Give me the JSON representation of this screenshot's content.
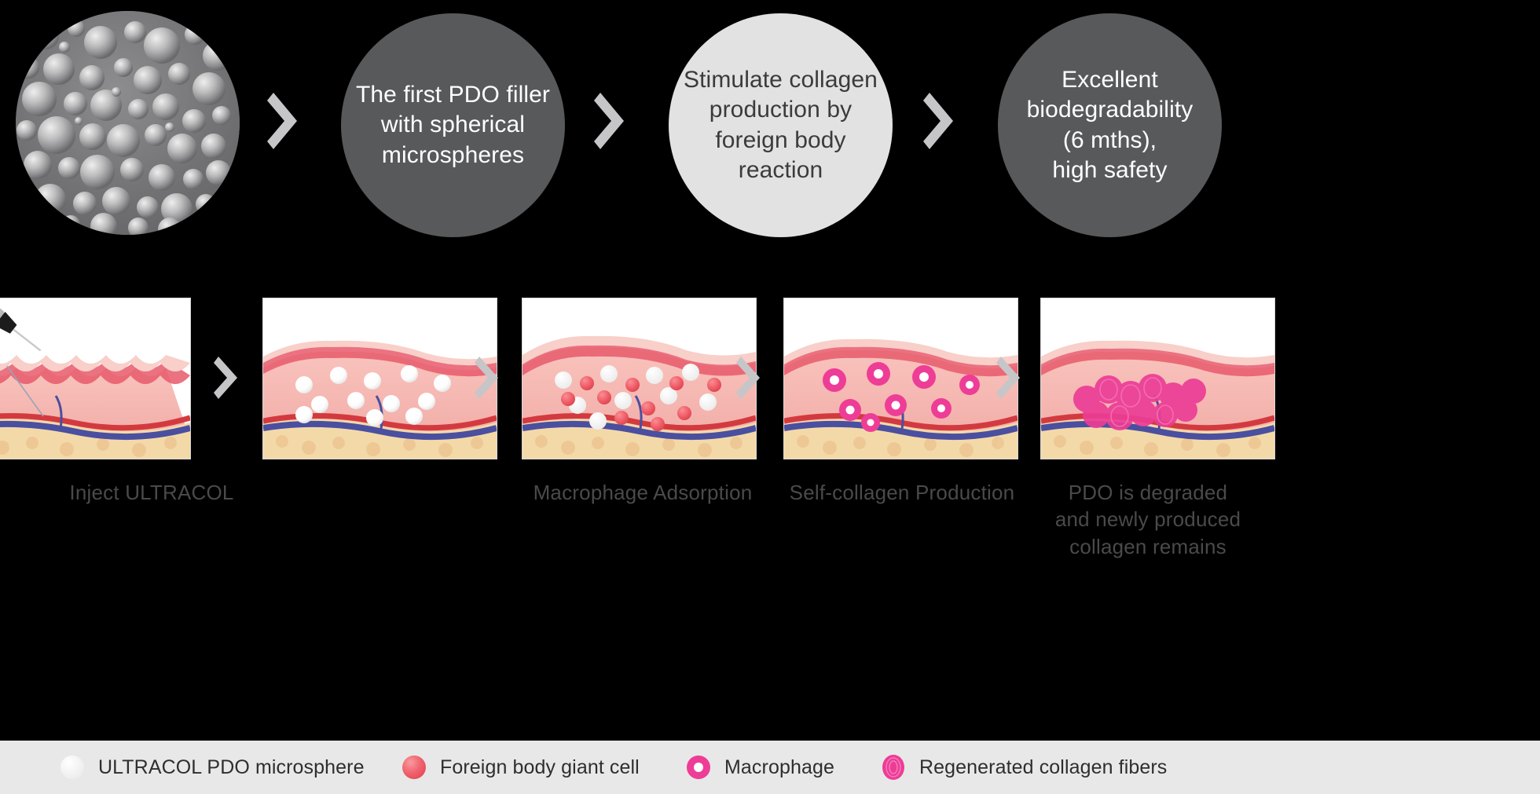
{
  "colors": {
    "background": "#000000",
    "circle_dark": "#58595b",
    "circle_light": "#e2e2e3",
    "circle_dark_text": "#ffffff",
    "circle_light_text": "#3b3b3d",
    "chevron": "#c6c6c8",
    "caption_text": "#4a4a4c",
    "legend_background": "#e8e8e8",
    "legend_text": "#2e2e30",
    "microsphere_white": "#ffffff",
    "giant_cell_red": "#ef5a66",
    "macrophage_pink": "#ee3d96",
    "collagen_pink": "#ec3d96",
    "dermis_pink": "#f6b3ae",
    "epidermis_red": "#e8596b",
    "fat_yellow": "#f4d9a8",
    "artery_red": "#d33a3f",
    "vein_blue": "#4a4fa0"
  },
  "top_flow": {
    "steps": [
      {
        "id": "sem-image",
        "type": "image",
        "icon": "sem-microsphere-photo",
        "text": ""
      },
      {
        "id": "first-pdo-filler",
        "type": "dark",
        "lines": [
          "The first PDO filler",
          "with spherical",
          "microspheres"
        ]
      },
      {
        "id": "stimulate-collagen",
        "type": "light",
        "lines": [
          "Stimulate collagen",
          "production by",
          "foreign body reaction"
        ]
      },
      {
        "id": "biodegradability",
        "type": "dark",
        "lines": [
          "Excellent",
          "biodegradability",
          "(6 mths),",
          "high safety"
        ]
      }
    ],
    "chevron_icon": "chevron-right-icon"
  },
  "process": {
    "chevron_icon": "chevron-right-icon",
    "panels": [
      {
        "id": "inject-ultracol",
        "caption_lines": [
          "Inject ULTRACOL"
        ],
        "contents": "syringe-injecting-wrinkled-skin"
      },
      {
        "id": "microspheres-placed",
        "caption_lines": [
          ""
        ],
        "contents": "white-pdo-microspheres-in-dermis"
      },
      {
        "id": "macrophage-adsorption",
        "caption_lines": [
          "Macrophage Adsorption"
        ],
        "contents": "white-microspheres-and-red-giant-cells"
      },
      {
        "id": "self-collagen-production",
        "caption_lines": [
          "Self-collagen Production"
        ],
        "contents": "pink-macrophage-rings-in-dermis"
      },
      {
        "id": "pdo-degraded",
        "caption_lines": [
          "PDO is degraded",
          "and newly produced",
          "collagen remains"
        ],
        "contents": "regenerated-collagen-cluster"
      }
    ]
  },
  "legend": {
    "items": [
      {
        "id": "ultracol-pdo-microsphere",
        "label": "ULTRACOL PDO microsphere",
        "icon": "white-sphere-icon"
      },
      {
        "id": "foreign-body-giant-cell",
        "label": "Foreign body giant cell",
        "icon": "red-sphere-icon"
      },
      {
        "id": "macrophage",
        "label": "Macrophage",
        "icon": "pink-ring-icon"
      },
      {
        "id": "regenerated-collagen-fibers",
        "label": "Regenerated collagen fibers",
        "icon": "pink-coil-icon"
      }
    ]
  }
}
